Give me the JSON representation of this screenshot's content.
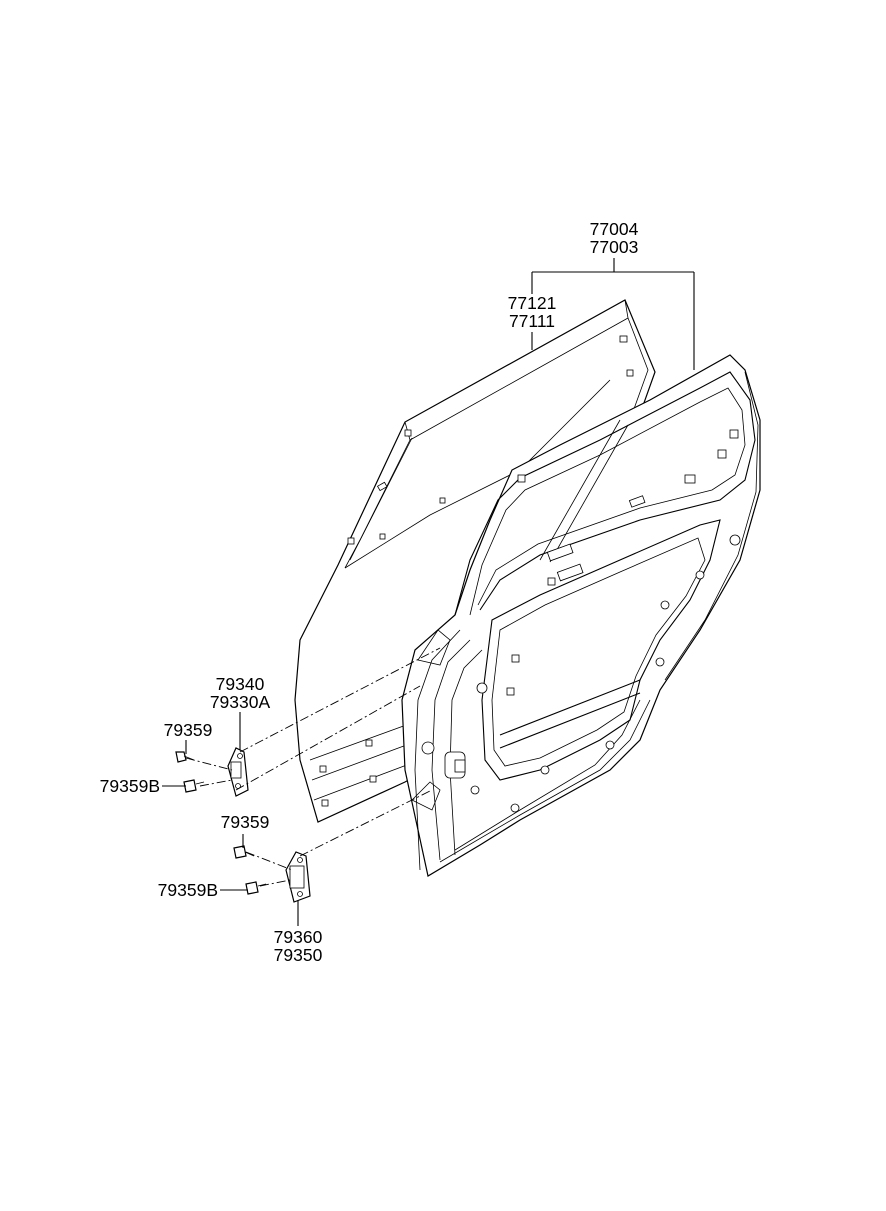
{
  "labels": {
    "door_assy_lh": "77004",
    "door_assy_rh": "77003",
    "outer_panel_lh": "77121",
    "outer_panel_rh": "77111",
    "upper_hinge_lh": "79340",
    "upper_hinge_rh": "79330A",
    "upper_bolt_a": "79359",
    "upper_bolt_b": "79359B",
    "lower_bolt_a": "79359",
    "lower_bolt_b": "79359B",
    "lower_hinge_lh": "79360",
    "lower_hinge_rh": "79350"
  }
}
